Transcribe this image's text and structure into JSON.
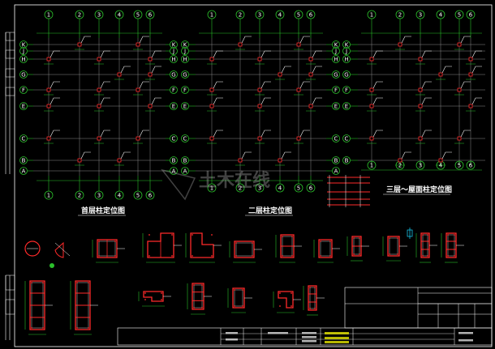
{
  "plans": [
    {
      "title": "首层柱定位图",
      "top_axes": [
        "1",
        "2",
        "3",
        "4",
        "5",
        "6"
      ],
      "bottom_axes": [
        "1",
        "2",
        "3",
        "4",
        "5",
        "6"
      ],
      "left_axes": [
        "K",
        "J",
        "H",
        "G",
        "F",
        "E",
        "C",
        "B",
        "A"
      ]
    },
    {
      "title": "二层柱定位图",
      "top_axes": [
        "1",
        "2",
        "3",
        "4",
        "5",
        "6"
      ],
      "bottom_axes": [
        "1",
        "2",
        "3",
        "4",
        "5",
        "6"
      ],
      "left_axes": [
        "K",
        "J",
        "H",
        "G",
        "F",
        "E",
        "C",
        "B",
        "A"
      ]
    },
    {
      "title": "三层～屋面柱定位图",
      "top_axes": [
        "1",
        "2",
        "3",
        "4",
        "5",
        "6"
      ],
      "bottom_axes": [
        "1",
        "2",
        "3",
        "4",
        "5",
        "6"
      ],
      "left_axes": [
        "K",
        "J",
        "H",
        "G",
        "F",
        "E",
        "C",
        "B"
      ]
    }
  ],
  "watermark": "土木在线",
  "colors": {
    "background": "#000000",
    "axis": "#2bbf2b",
    "column": "#ff2a2a",
    "grid": "#8a8a8a",
    "text": "#ffffff"
  }
}
